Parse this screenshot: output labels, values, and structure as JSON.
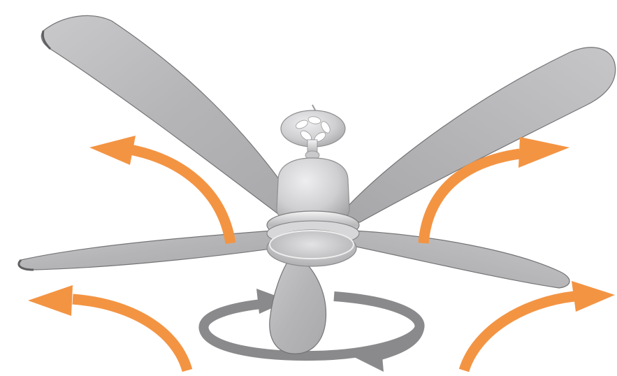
{
  "diagram": {
    "subject": "ceiling-fan",
    "blade_count": 5,
    "airflow": {
      "direction": "upward",
      "arrow_count": 4,
      "color": "#f39443"
    },
    "rotation": {
      "direction": "clockwise",
      "arrow_color": "#8a8a8c"
    },
    "colors": {
      "blade": "#b8b8ba",
      "blade_edge": "#6f6f72",
      "motor": "#cfd0d2",
      "chrome": "#e6e6e8",
      "background": "#ffffff"
    }
  }
}
